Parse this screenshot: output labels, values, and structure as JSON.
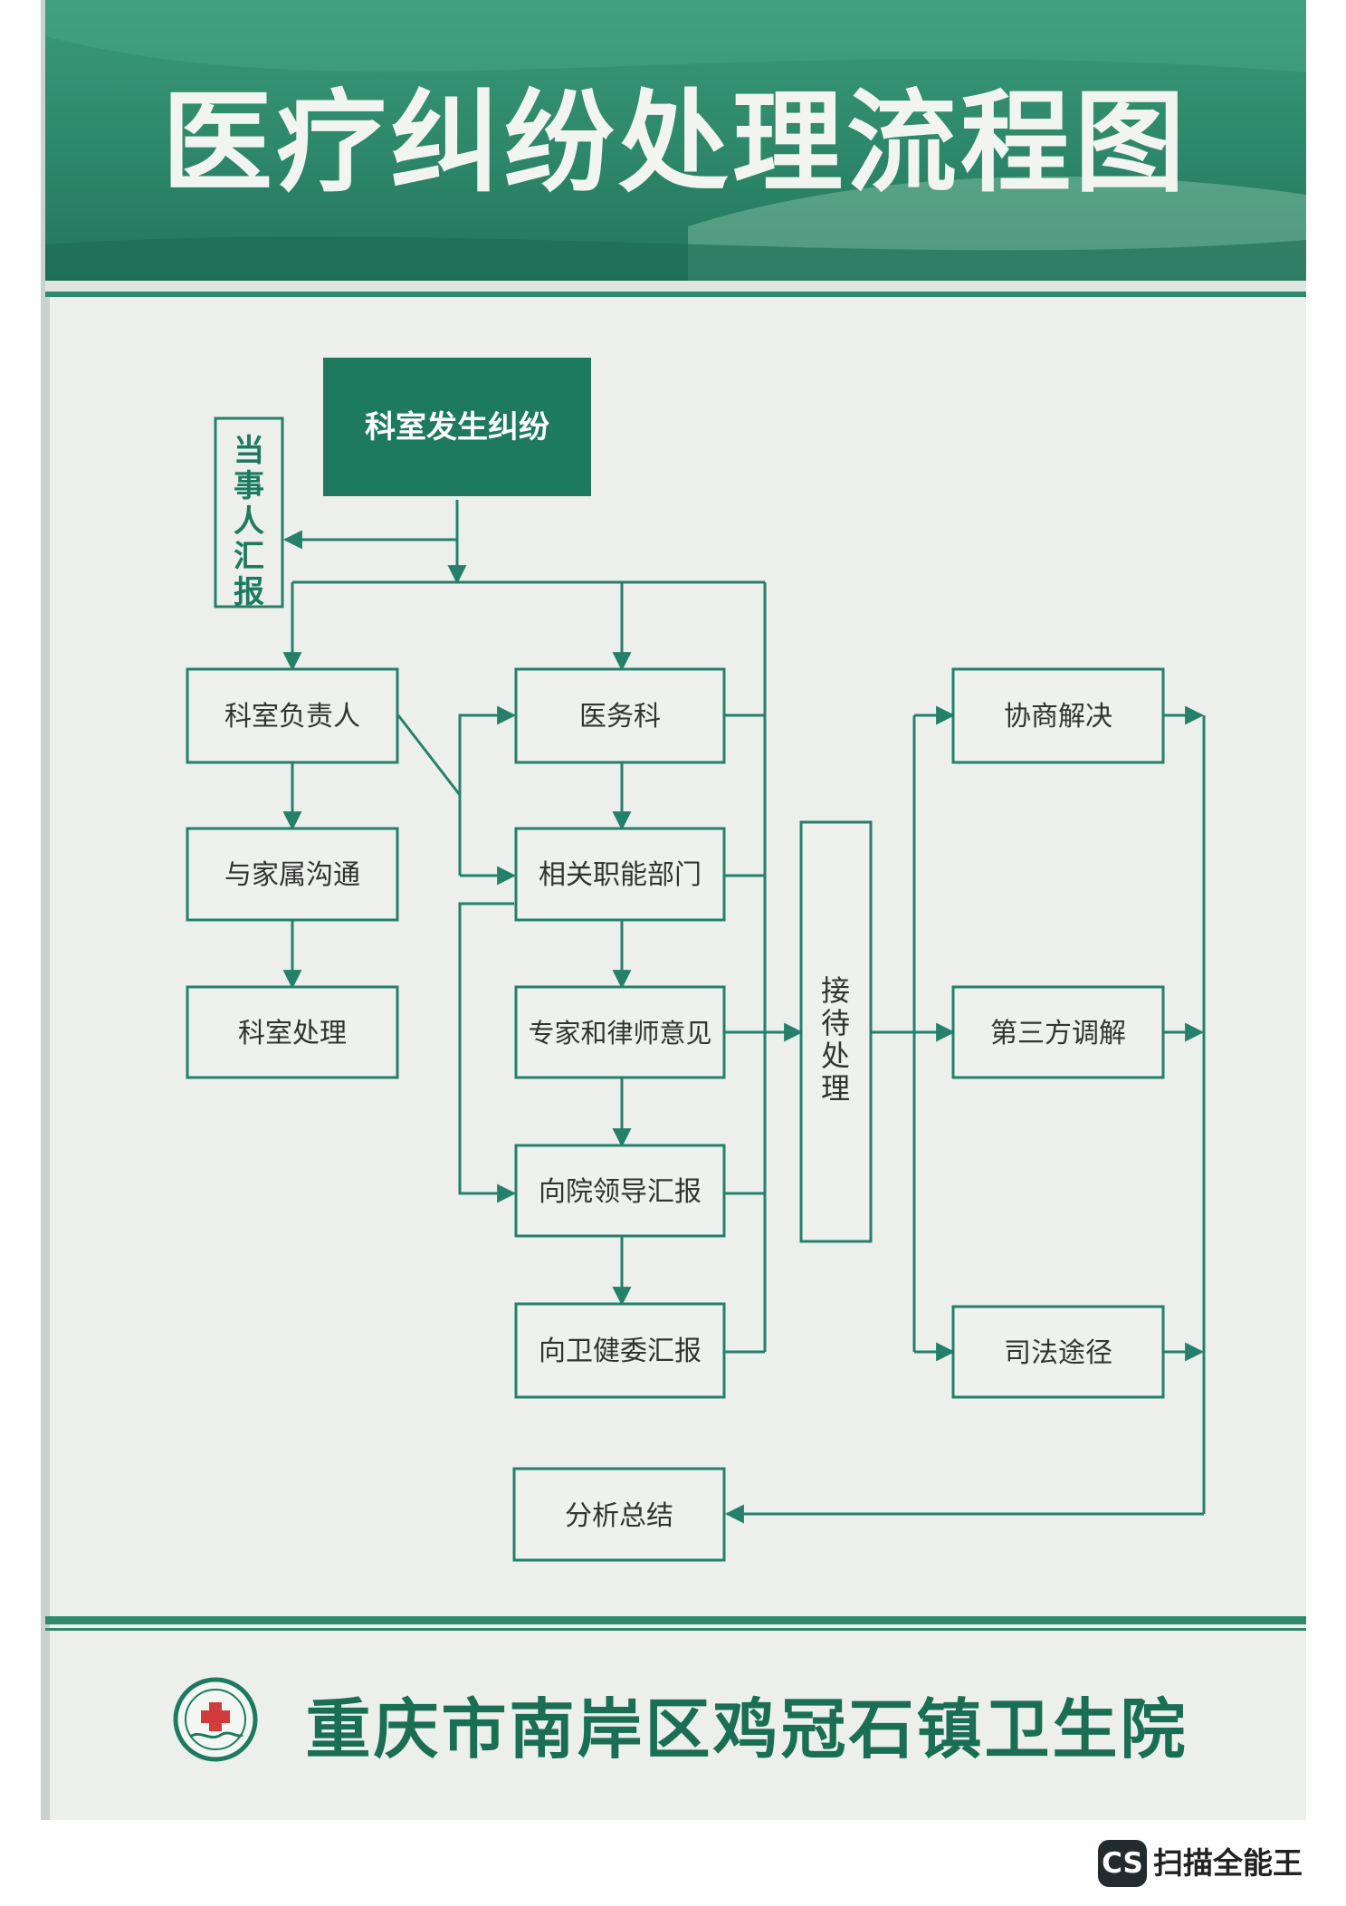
{
  "poster": {
    "title": "医疗纠纷处理流程图",
    "footer_org": "重庆市南岸区鸡冠石镇卫生院"
  },
  "nodes": {
    "start": "科室发生纠纷",
    "party_report": [
      "当",
      "事",
      "人",
      "汇",
      "报"
    ],
    "dept_head": "科室负责人",
    "family_comm": "与家属沟通",
    "dept_handle": "科室处理",
    "medical_affairs": "医务科",
    "functional_depts": "相关职能部门",
    "expert_lawyer": "专家和律师意见",
    "report_leaders": "向院领导汇报",
    "report_health_comm": "向卫健委汇报",
    "reception": [
      "接",
      "待",
      "处",
      "理"
    ],
    "negotiation": "协商解决",
    "mediation": "第三方调解",
    "judicial": "司法途径",
    "summary": "分析总结"
  },
  "watermark": {
    "badge": "CS",
    "text": "扫描全能王"
  },
  "colors": {
    "header_green": "#2e8a6c",
    "dark_green": "#1d7a5e",
    "line_green": "#25806a",
    "poster_bg": "#ecefec",
    "title_text": "#f1f4f1",
    "footer_text": "#1a6e54"
  }
}
